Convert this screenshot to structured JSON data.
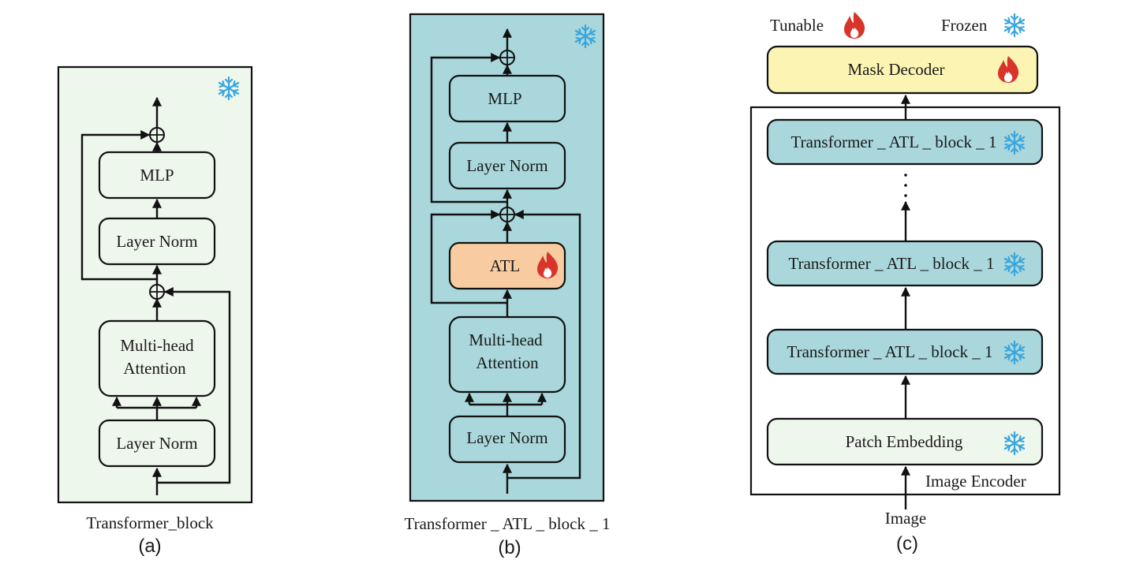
{
  "panel_a": {
    "mlp": "MLP",
    "layer_norm_top": "Layer Norm",
    "attention_line1": "Multi-head",
    "attention_line2": "Attention",
    "layer_norm_bottom": "Layer Norm",
    "title": "Transformer_block",
    "caption": "(a)"
  },
  "panel_b": {
    "mlp": "MLP",
    "layer_norm_top": "Layer Norm",
    "atl": "ATL",
    "attention_line1": "Multi-head",
    "attention_line2": "Attention",
    "layer_norm_bottom": "Layer Norm",
    "title": "Transformer _ ATL _ block _ 1",
    "caption": "(b)"
  },
  "panel_c": {
    "legend_tunable": "Tunable",
    "legend_frozen": "Frozen",
    "mask_decoder": "Mask Decoder",
    "block_top": "Transformer _ ATL _ block _ 1",
    "block_mid": "Transformer _ ATL _ block _ 1",
    "block_low": "Transformer _ ATL _ block _ 1",
    "patch_embedding": "Patch Embedding",
    "encoder_label": "Image Encoder",
    "input_label": "Image",
    "caption": "(c)"
  },
  "icons": {
    "tunable": "flame-icon",
    "frozen": "snowflake-icon"
  },
  "colors": {
    "frozen_light": "#eef7ec",
    "frozen_teal": "#a9d7dc",
    "tunable_orange": "#f8cba0",
    "decoder_yellow": "#fbf4b3",
    "flame_red": "#d9342b",
    "snow_blue": "#3aa6dc"
  }
}
